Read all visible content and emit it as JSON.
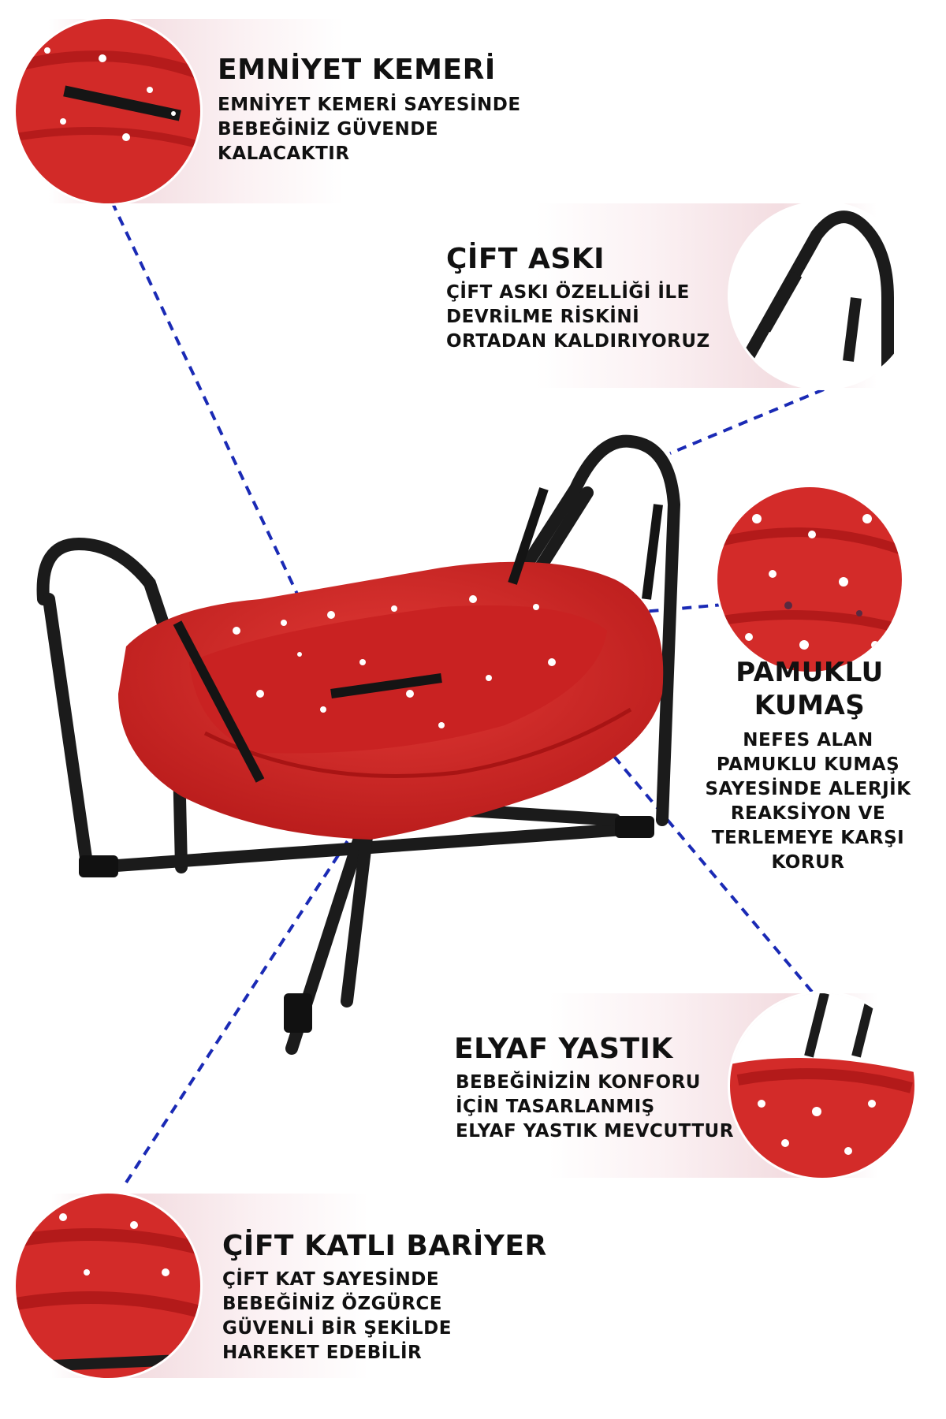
{
  "features": {
    "seatbelt": {
      "title": "EMNİYET KEMERİ",
      "lines": [
        "EMNİYET KEMERİ SAYESİNDE",
        "BEBEĞİNİZ GÜVENDE",
        "KALACAKTIR"
      ]
    },
    "double_hanger": {
      "title": "ÇİFT ASKI",
      "lines": [
        "ÇİFT ASKI ÖZELLİĞİ İLE",
        "DEVRİLME RİSKİNİ",
        "ORTADAN KALDIRIYORUZ"
      ]
    },
    "cotton_fabric": {
      "title_lines": [
        "PAMUKLU",
        "KUMAŞ"
      ],
      "lines": [
        "NEFES ALAN",
        "PAMUKLU KUMAŞ",
        "SAYESİNDE ALERJİK",
        "REAKSİYON VE",
        "TERLEMEYE KARŞI",
        "KORUR"
      ]
    },
    "fiber_pillow": {
      "title": "ELYAF YASTIK",
      "lines": [
        "BEBEĞİNİZİN KONFORU",
        "İÇİN TASARLANMIŞ",
        "ELYAF YASTIK MEVCUTTUR"
      ]
    },
    "double_barrier": {
      "title": "ÇİFT KATLI BARİYER",
      "lines": [
        "ÇİFT KAT SAYESİNDE",
        "BEBEĞİNİZ ÖZGÜRCE",
        "GÜVENLİ BİR ŞEKİLDE",
        "HAREKET EDEBİLİR"
      ]
    }
  },
  "colors": {
    "fabric_red": "#d92b2b",
    "frame_black": "#1b1b1b",
    "guide_line_blue": "#1a2ab5",
    "band_pink": "#f3dde1"
  }
}
